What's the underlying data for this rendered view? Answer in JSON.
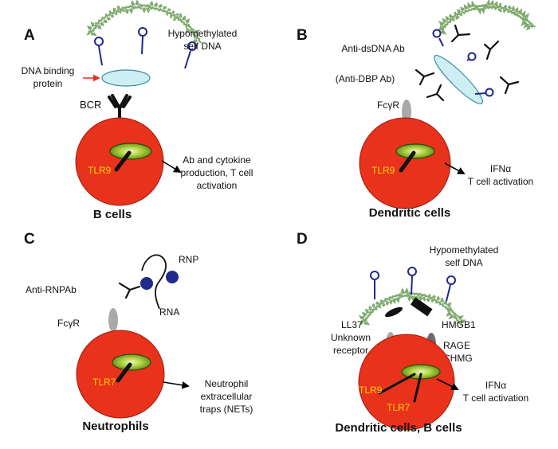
{
  "colors": {
    "cell_fill": "#e8321c",
    "cell_stroke": "#9e1a0c",
    "endosome_fill": "#6e9a1a",
    "dna_strand": "#7faa6e",
    "probe": "#1f2a8a",
    "protein_fill": "#cdeef3",
    "fcr_gray": "#a9a9a9",
    "tlr_label": "#ffd700",
    "arrow_red": "#e8321c"
  },
  "icons": [
    "dna-helix-icon",
    "antibody-icon",
    "bcr-icon",
    "fcgr-receptor-icon",
    "tlr-endosome-icon",
    "rnp-particle-icon",
    "hmgb1-icon",
    "ll37-icon"
  ],
  "panel_a": {
    "letter": "A",
    "dna_label_1": "Hypomethylated",
    "dna_label_2": "self DNA",
    "protein_label_1": "DNA binding",
    "protein_label_2": "protein",
    "bcr_label": "BCR",
    "tlr_label": "TLR9",
    "out_1": "Ab and cytokine",
    "out_2": "production, T cell",
    "out_3": "activation",
    "title": "B cells"
  },
  "panel_b": {
    "letter": "B",
    "ab_label_1": "Anti-dsDNA Ab",
    "ab_label_2": "(Anti-DBP Ab)",
    "fcr_label": "FcγR",
    "tlr_label": "TLR9",
    "out_1": "IFNα",
    "out_2": "T cell activation",
    "title": "Dendritic cells"
  },
  "panel_c": {
    "letter": "C",
    "rnp_label": "RNP",
    "ab_label": "Anti-RNPAb",
    "rna_label": "RNA",
    "fcr_label": "FcγR",
    "tlr_label": "TLR7",
    "out_1": "Neutrophil",
    "out_2": "extracellular",
    "out_3": "traps (NETs)",
    "title": "Neutrophils"
  },
  "panel_d": {
    "letter": "D",
    "dna_label_1": "Hypomethylated",
    "dna_label_2": "self DNA",
    "ll37_label": "LL37",
    "hmgb1_label": "HMGB1",
    "unknown_1": "Unknown",
    "unknown_2": "receptor",
    "rage_1": "RAGE",
    "rage_2": "CHMG",
    "tlr9_label": "TLR9",
    "tlr7_label": "TLR7",
    "out_1": "IFNα",
    "out_2": "T cell activation",
    "title": "Dendritic cells, B cells"
  }
}
